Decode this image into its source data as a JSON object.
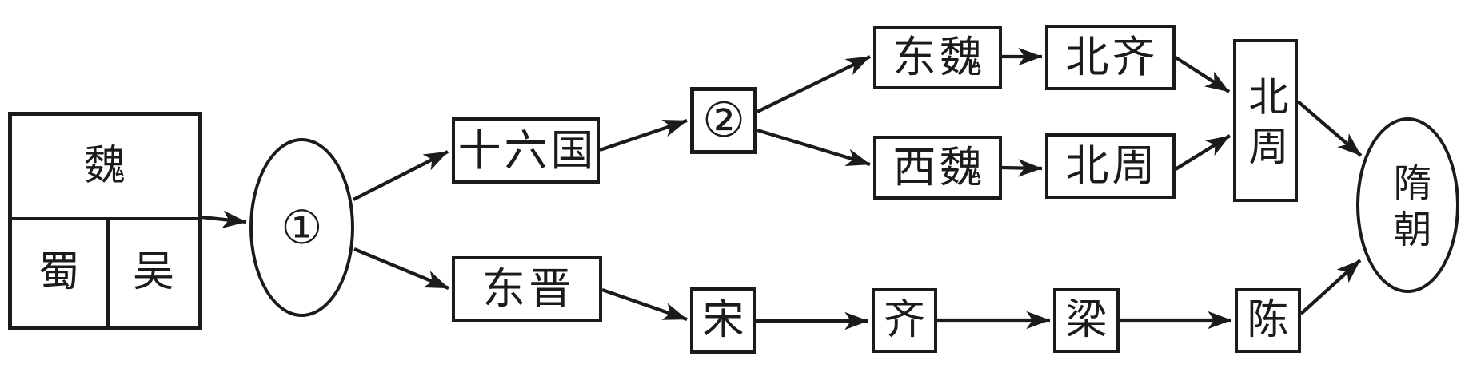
{
  "diagram": {
    "background_color": "#ffffff",
    "line_color": "#1b1b1b",
    "nodes": {
      "wei": {
        "label": "魏"
      },
      "shu": {
        "label": "蜀"
      },
      "wu": {
        "label": "吴"
      },
      "stage1": {
        "label": "①"
      },
      "sixteen_kingdoms": {
        "label": "十六国"
      },
      "stage2": {
        "label": "②"
      },
      "eastern_wei": {
        "label": "东魏"
      },
      "western_wei": {
        "label": "西魏"
      },
      "northern_qi": {
        "label": "北齐"
      },
      "northern_zhou": {
        "label": "北周"
      },
      "northern_zhou_unified": {
        "label": "北周"
      },
      "eastern_jin": {
        "label": "东晋"
      },
      "song": {
        "label": "宋"
      },
      "qi": {
        "label": "齐"
      },
      "liang": {
        "label": "梁"
      },
      "chen": {
        "label": "陈"
      },
      "sui_dynasty": {
        "label": "隋朝"
      }
    },
    "edges": [
      {
        "from": "three_kingdoms_wei_shu_wu",
        "to": "stage1"
      },
      {
        "from": "stage1",
        "to": "sixteen_kingdoms"
      },
      {
        "from": "stage1",
        "to": "eastern_jin"
      },
      {
        "from": "sixteen_kingdoms",
        "to": "stage2"
      },
      {
        "from": "stage2",
        "to": "eastern_wei"
      },
      {
        "from": "stage2",
        "to": "western_wei"
      },
      {
        "from": "eastern_wei",
        "to": "northern_qi"
      },
      {
        "from": "western_wei",
        "to": "northern_zhou"
      },
      {
        "from": "northern_qi",
        "to": "northern_zhou_unified"
      },
      {
        "from": "northern_zhou",
        "to": "northern_zhou_unified"
      },
      {
        "from": "northern_zhou_unified",
        "to": "sui_dynasty"
      },
      {
        "from": "eastern_jin",
        "to": "song"
      },
      {
        "from": "song",
        "to": "qi"
      },
      {
        "from": "qi",
        "to": "liang"
      },
      {
        "from": "liang",
        "to": "chen"
      },
      {
        "from": "chen",
        "to": "sui_dynasty"
      }
    ]
  }
}
